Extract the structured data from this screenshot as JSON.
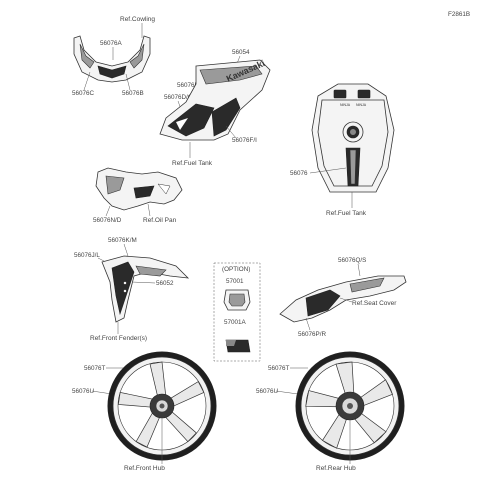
{
  "diagram_code": "F2861B",
  "labels": {
    "ref_cowling": "Ref.Cowling",
    "p56076A": "56076A",
    "p56076C": "56076C",
    "p56076B": "56076B",
    "p56054": "56054",
    "p56076EH": "56076E/H",
    "p56076DG": "56076D/G",
    "p56076FI": "56076F/I",
    "ref_fuel_tank_1": "Ref.Fuel Tank",
    "p56076_tank": "56076",
    "ref_fuel_tank_2": "Ref.Fuel Tank",
    "p56076ND": "56076N/D",
    "ref_oil_pan": "Ref.Oil Pan",
    "p56076KM": "56076K/M",
    "p56076JL": "56076J/L",
    "p56052": "56052",
    "ref_front_fender": "Ref.Front Fender(s)",
    "option": "(OPTION)",
    "p57001": "57001",
    "p57001A": "57001A",
    "p56076QS": "56076Q/S",
    "ref_seat_cover": "Ref.Seat Cover",
    "p56076PR": "56076P/R",
    "p56076T_front": "56076T",
    "p56076U_front": "56076U",
    "ref_front_hub": "Ref.Front Hub",
    "p56076T_rear": "56076T",
    "p56076U_rear": "56076U",
    "ref_rear_hub": "Ref.Rear Hub"
  },
  "graphics": {
    "brand_text": "Kawasaki",
    "tank_text_left": "NINJA",
    "tank_text_right": "NINJA"
  }
}
